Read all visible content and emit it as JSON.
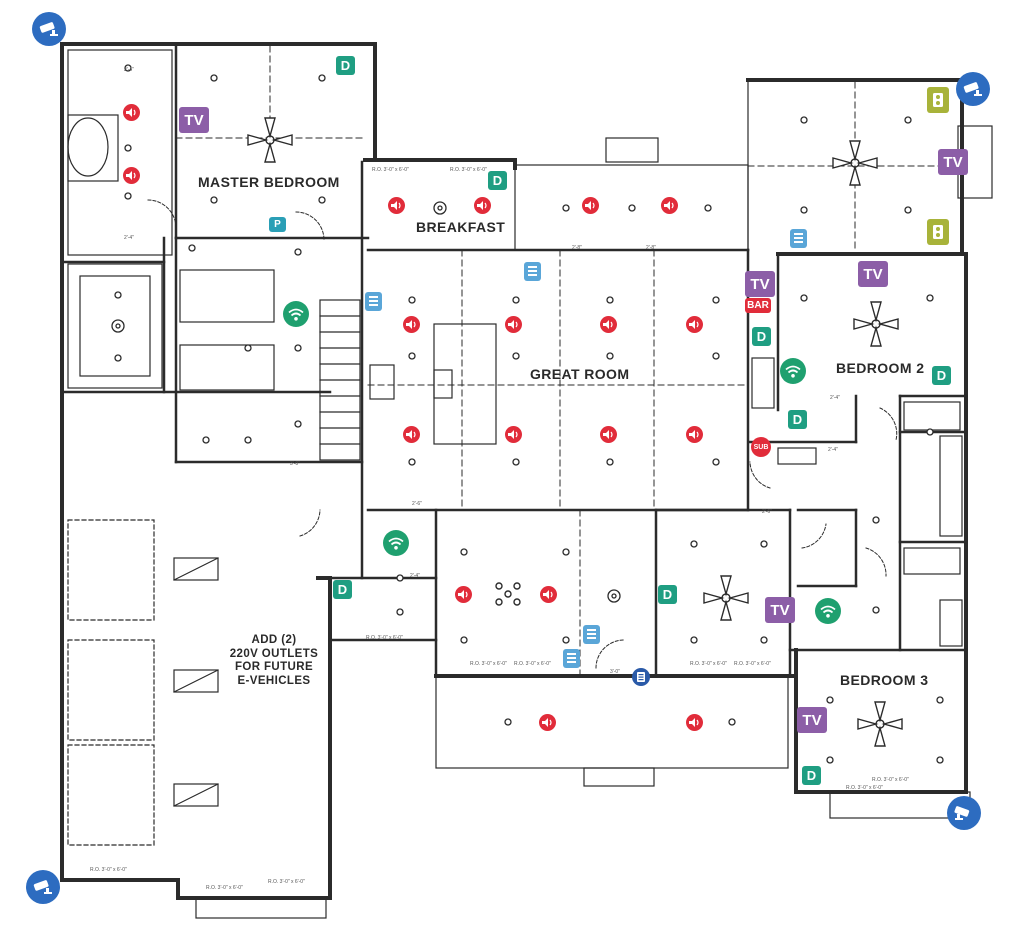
{
  "rooms": {
    "master_bedroom": "MASTER BEDROOM",
    "breakfast": "BREAKFAST",
    "great_room": "GREAT ROOM",
    "bedroom_2": "BEDROOM 2",
    "bedroom_3": "BEDROOM 3"
  },
  "garage_note": {
    "line1": "ADD (2)",
    "line2": "220V OUTLETS",
    "line3": "FOR FUTURE",
    "line4": "E-VEHICLES"
  },
  "badges": {
    "tv": "TV",
    "d": "D",
    "p": "P",
    "bar": "BAR",
    "sub": "SUB"
  },
  "dimensions": {
    "ro_3x6": "R.O. 3'-0\" x 6'-0\"",
    "w_2_4": "2'-4\"",
    "w_2_6": "2'-6\"",
    "w_2_8": "2'-8\"",
    "w_3_0": "3'-0\""
  },
  "icons": {
    "speaker": "speaker-icon",
    "wifi": "wifi-icon",
    "camera": "security-camera-icon",
    "keypad": "keypad-icon",
    "panel": "control-panel-icon",
    "outlet_olive": "wall-outlet-icon",
    "ceiling_fan": "ceiling-fan-icon",
    "light": "recessed-light-icon"
  },
  "colors": {
    "speaker": "#e12c3a",
    "wifi": "#1fa06f",
    "tv": "#8c5ea7",
    "d": "#1f9e82",
    "camera": "#2d6cc0",
    "keypad": "#5aa6d8",
    "olive": "#a8b33a",
    "wall": "#2b2b2b"
  }
}
